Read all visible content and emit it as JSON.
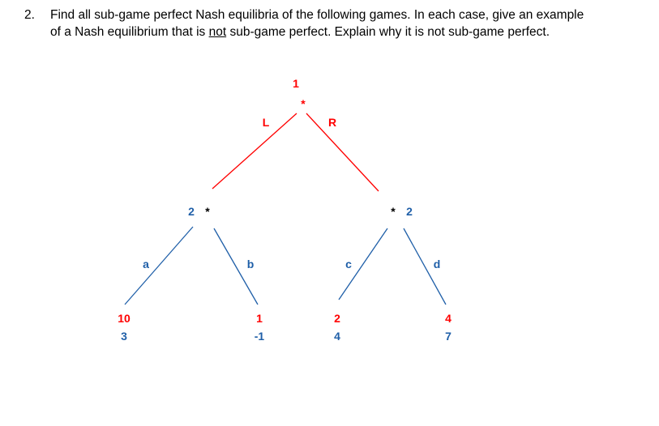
{
  "question": {
    "number": "2.",
    "line1": "Find all sub-game perfect Nash equilibria of the following games.  In each case, give an example",
    "line2_before": "of a Nash equilibrium that is ",
    "line2_underlined": "not",
    "line2_after": " sub-game perfect.  Explain why it is not sub-game perfect."
  },
  "tree": {
    "root": {
      "player": "1",
      "star": "*"
    },
    "edges": {
      "left": "L",
      "right": "R",
      "a": "a",
      "b": "b",
      "c": "c",
      "d": "d"
    },
    "left_node": {
      "player": "2",
      "star": "*"
    },
    "right_node": {
      "player": "2",
      "star": "*"
    },
    "payoffs": [
      {
        "p1": "10",
        "p2": "3"
      },
      {
        "p1": "1",
        "p2": "-1"
      },
      {
        "p1": "2",
        "p2": "4"
      },
      {
        "p1": "4",
        "p2": "7"
      }
    ],
    "colors": {
      "player1": "#ff0000",
      "player2": "#1f5fa8"
    }
  }
}
